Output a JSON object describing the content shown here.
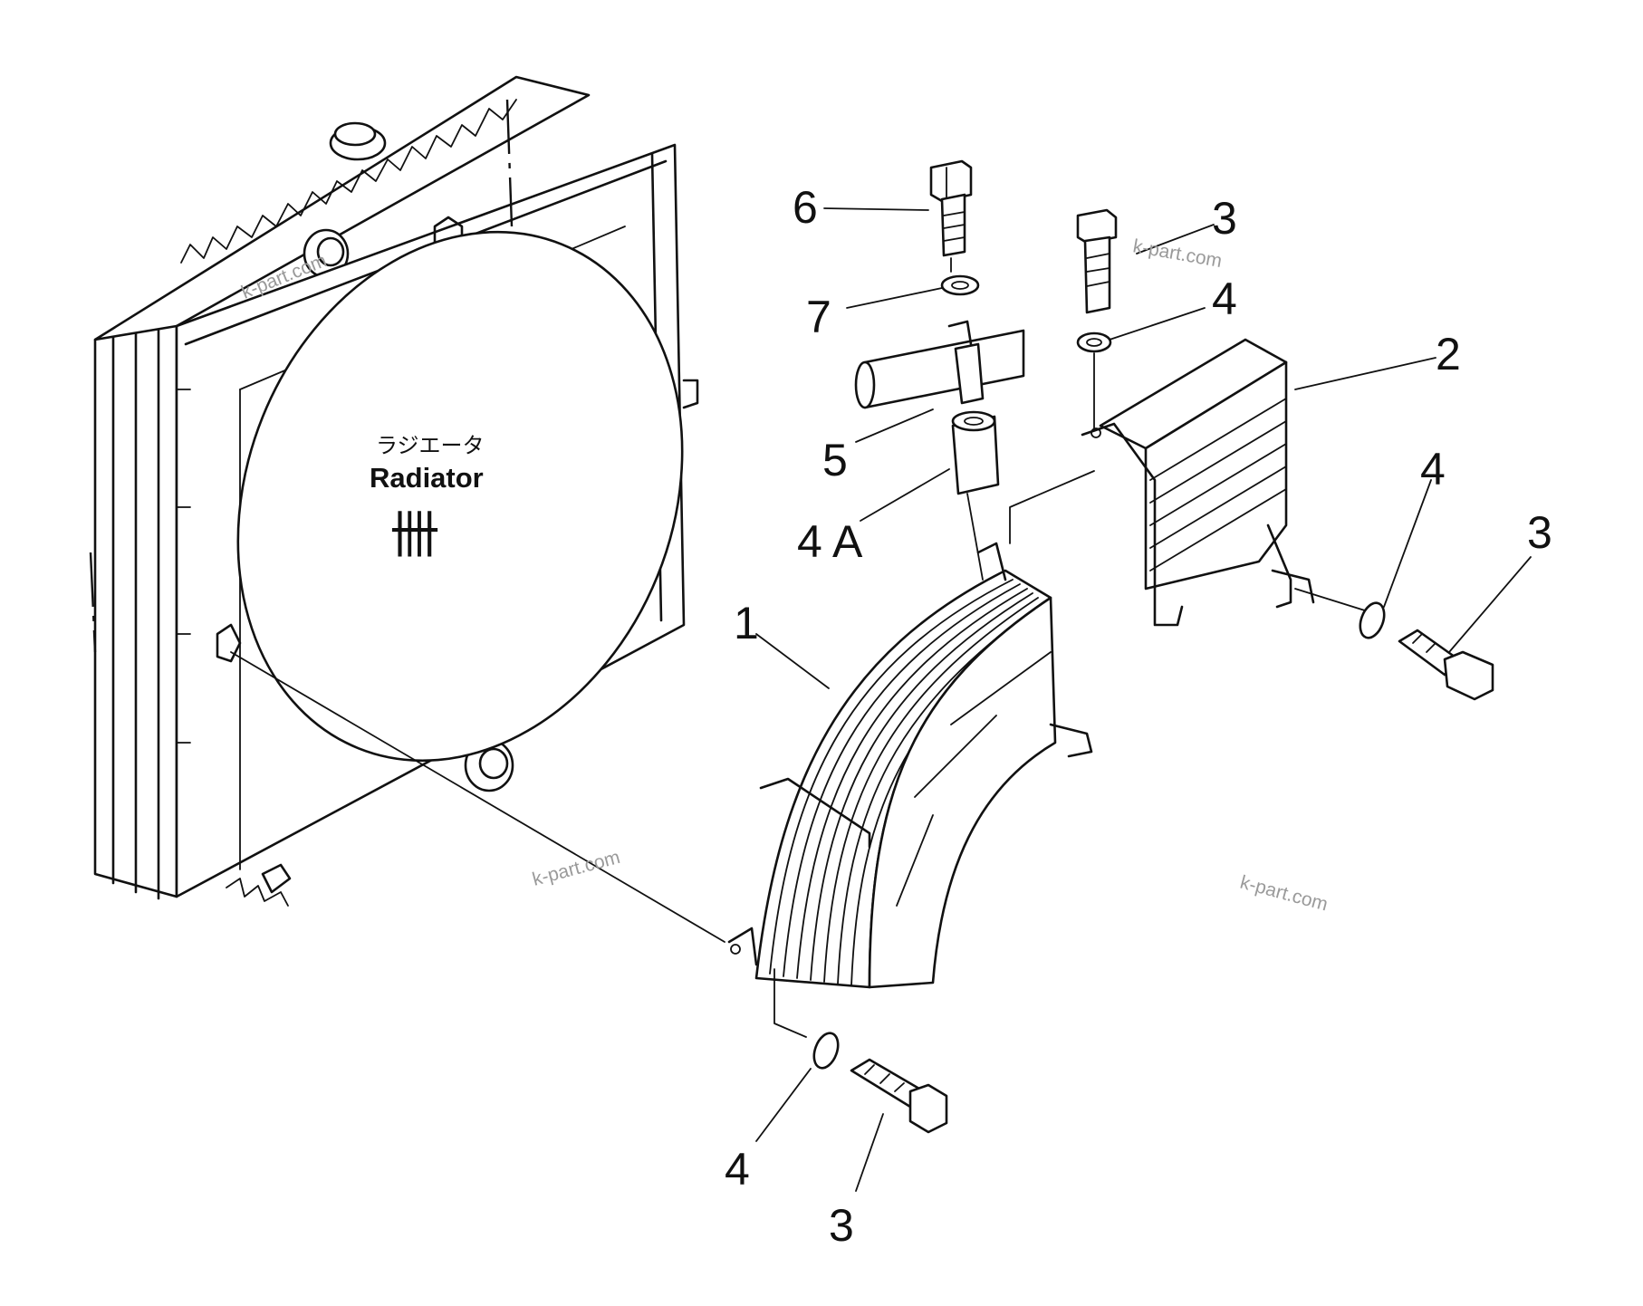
{
  "diagram": {
    "main_label_jp": "ラジエータ",
    "main_label_en": "Radiator",
    "main_label_mark": "卌",
    "callouts": {
      "p1": "1",
      "p2": "2",
      "p3_top": "3",
      "p3_right": "3",
      "p3_bottom": "3",
      "p4_top": "4",
      "p4_right": "4",
      "p4_bottom": "4",
      "p4a": "4 A",
      "p5": "5",
      "p6": "6",
      "p7": "7"
    },
    "watermarks": {
      "w1": "k-part.com",
      "w2": "k-part.com",
      "w3": "k-part.com",
      "w4": "k-part.com"
    }
  }
}
